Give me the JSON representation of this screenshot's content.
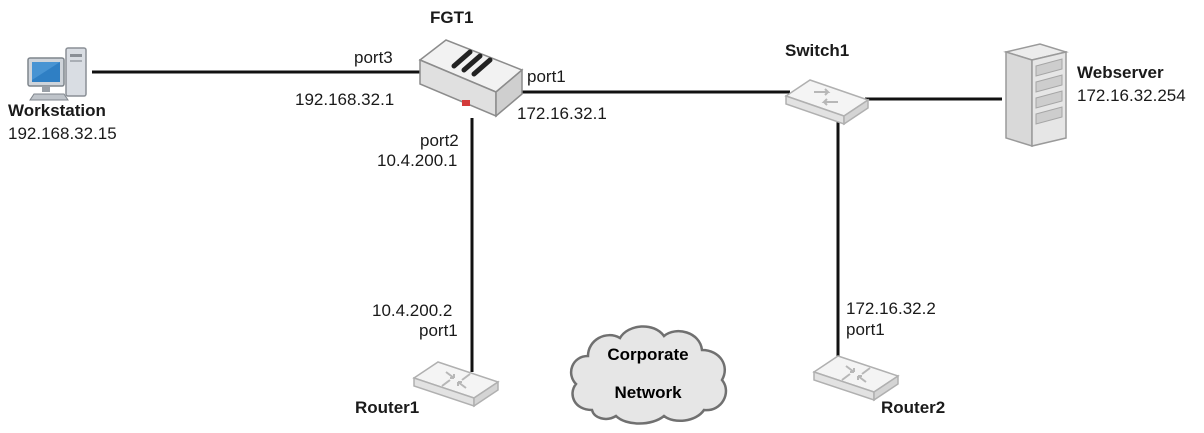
{
  "devices": {
    "workstation": {
      "name": "Workstation",
      "ip": "192.168.32.15"
    },
    "fgt1": {
      "name": "FGT1",
      "port3": {
        "port": "port3",
        "ip": "192.168.32.1"
      },
      "port1": {
        "port": "port1",
        "ip": "172.16.32.1"
      },
      "port2": {
        "port": "port2",
        "ip": "10.4.200.1"
      }
    },
    "switch1": {
      "name": "Switch1"
    },
    "webserver": {
      "name": "Webserver",
      "ip": "172.16.32.254"
    },
    "router1": {
      "name": "Router1",
      "ip": "10.4.200.2",
      "port": "port1"
    },
    "router2": {
      "name": "Router2",
      "ip": "172.16.32.2",
      "port": "port1"
    },
    "cloud": {
      "line1": "Corporate",
      "line2": "Network"
    }
  },
  "links": [
    {
      "from": "workstation",
      "to": "fgt1"
    },
    {
      "from": "fgt1",
      "to": "switch1"
    },
    {
      "from": "switch1",
      "to": "webserver"
    },
    {
      "from": "fgt1",
      "to": "router1"
    },
    {
      "from": "switch1",
      "to": "router2"
    }
  ],
  "icons": {
    "workstation": "computer-icon",
    "fgt1": "firewall-icon",
    "switch1": "switch-icon",
    "webserver": "server-rack-icon",
    "router1": "router-icon",
    "router2": "router-icon",
    "cloud": "cloud-icon"
  },
  "colors": {
    "line": "#111111",
    "device_body": "#e9e9e9",
    "device_edge": "#9a9a9a",
    "fgt_status_led": "#d33a3a",
    "monitor_screen": "#2f7fc4"
  }
}
